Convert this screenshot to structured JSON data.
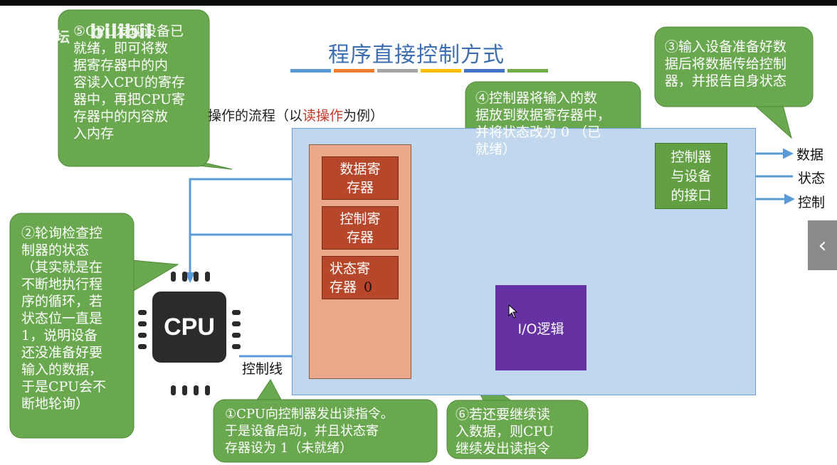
{
  "title": "程序直接控制方式",
  "title_bar_colors": [
    "#5b9bd5",
    "#ed7d31",
    "#a5a5a5",
    "#ffc000",
    "#4472c4",
    "#70ad47"
  ],
  "subtitle": {
    "prefix": "操作的流程（以",
    "highlight": "读操作",
    "suffix": "为例）"
  },
  "registers": {
    "data": {
      "line1": "数据寄",
      "line2": "存器"
    },
    "control": {
      "line1": "控制寄",
      "line2": "存器"
    },
    "status": {
      "line1": "状态寄",
      "line2": "存器",
      "value": "0"
    }
  },
  "io_logic": "I/O逻辑",
  "interface": {
    "line1": "控制器",
    "line2": "与设备",
    "line3": "的接口"
  },
  "signals": {
    "data": "数据",
    "status": "状态",
    "control": "控制"
  },
  "control_line": "控制线",
  "cpu_label": "CPU",
  "bubbles": {
    "b5": [
      "⑤CPU发现设备已",
      "就绪，即可将数",
      "据寄存器中的内",
      "容读入CPU的寄存",
      "器中，再把CPU寄",
      "存器中的内容放",
      "入内存"
    ],
    "b3": [
      "③输入设备准备好数",
      "据后将数据传给控制",
      "器，并报告自身状态"
    ],
    "b4": [
      "④控制器将输入的数",
      "据放到数据寄存器中，",
      "并将状态改为 0 （已",
      "就绪）"
    ],
    "b2": [
      "②轮询检查控",
      "制器的状态",
      "（其实就是在",
      "不断地执行程",
      "序的循环，若",
      "状态位一直是",
      "1，说明设备",
      "还没准备好要",
      "输入的数据，",
      "于是CPU会不",
      "断地轮询）"
    ],
    "b1": [
      "①CPU向控制器发出读指令。",
      "于是设备启动，并且状态寄",
      "存器设为 1（未就绪）"
    ],
    "b6": [
      "⑥若还要继续读",
      "入数据，则CPU",
      "继续发出读指令"
    ]
  },
  "watermark": "王道论坛",
  "side_button": "‹",
  "colors": {
    "bubble": "#6aa84f",
    "board": "#c0d7ee",
    "arrow": "#5b9bd5",
    "register": "#b7472a",
    "io": "#6531a3"
  }
}
